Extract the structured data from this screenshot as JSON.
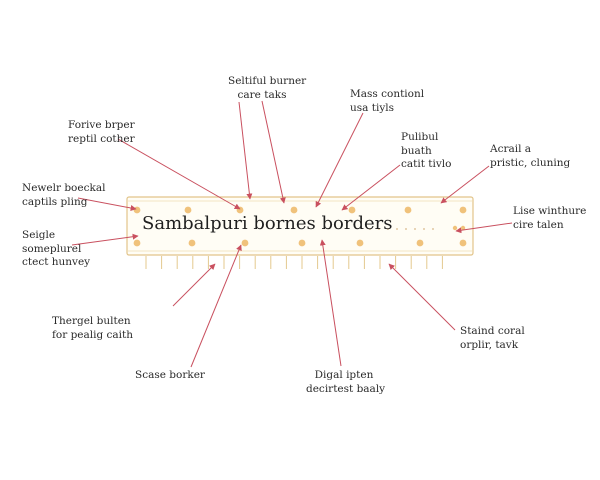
{
  "diagram": {
    "title": "Sambalpuri bornes borders",
    "colors": {
      "border_stroke": "#e2c48a",
      "border_fill": "#fffdf5",
      "dot": "#f0c27b",
      "fringe": "#e4c98e",
      "dotted_trail": "#d8b88a",
      "arrow": "#c9505f",
      "text": "#2a2a2a"
    },
    "callouts": [
      {
        "id": "top-center-a",
        "lines": [
          "Seltiful burner",
          "care taks"
        ]
      },
      {
        "id": "top-center-b",
        "lines": [
          "Mass contionl",
          "usa tiyls"
        ]
      },
      {
        "id": "upper-left",
        "lines": [
          "Forive brper",
          "reptil cother"
        ]
      },
      {
        "id": "upper-right-a",
        "lines": [
          "Pulibul",
          "buath",
          "catit tivlo"
        ]
      },
      {
        "id": "upper-right-b",
        "lines": [
          "Acrail a",
          "pristic, cluning"
        ]
      },
      {
        "id": "left-a",
        "lines": [
          "Newelr boeckal",
          "captils pling"
        ]
      },
      {
        "id": "left-b",
        "lines": [
          "Seigle",
          "someplurel",
          "ctect hunvey"
        ]
      },
      {
        "id": "right-a",
        "lines": [
          "Lise winthure",
          "cire talen"
        ]
      },
      {
        "id": "lower-left",
        "lines": [
          "Thergel bulten",
          "for pealig caith"
        ]
      },
      {
        "id": "lower-right",
        "lines": [
          "Staind coral",
          "orplir, tavk"
        ]
      },
      {
        "id": "bottom-left",
        "lines": [
          "Scase borker"
        ]
      },
      {
        "id": "bottom-center",
        "lines": [
          "Digal ipten",
          "decirtest baaly"
        ]
      }
    ]
  }
}
